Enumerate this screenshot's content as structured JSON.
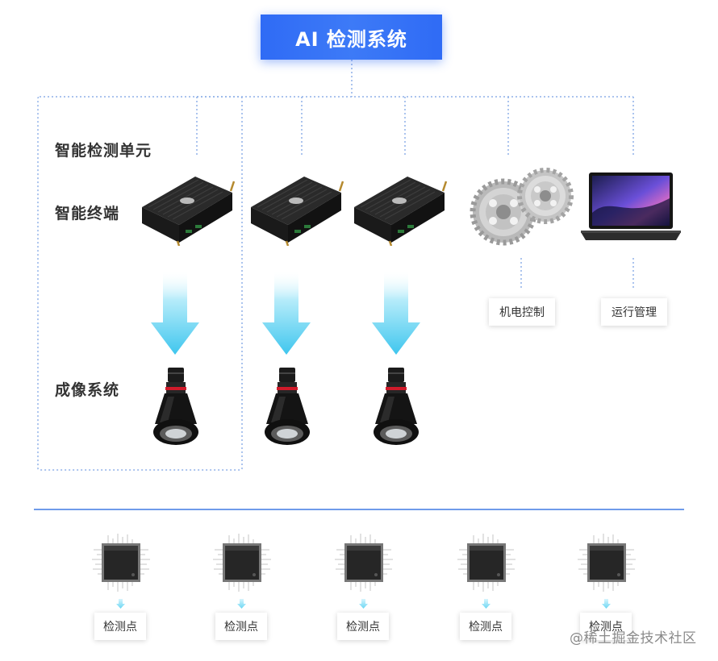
{
  "title": "AI 检测系统",
  "labels": {
    "unit": "智能检测单元",
    "terminal": "智能终端",
    "imaging": "成像系统"
  },
  "tags": {
    "mechatronic": "机电控制",
    "operations": "运行管理"
  },
  "detection_point": "检测点",
  "detection_points": [
    "检测点",
    "检测点",
    "检测点",
    "检测点",
    "检测点"
  ],
  "watermark": "@稀土掘金技术社区",
  "colors": {
    "title_bg": "#2f6bf5",
    "dotted_line": "#8fb0e8",
    "arrow": "#5ad0f0",
    "divider": "#6f9bea"
  },
  "icons": [
    "terminal-device-icon",
    "camera-lens-icon",
    "gears-icon",
    "laptop-icon",
    "chip-icon"
  ]
}
